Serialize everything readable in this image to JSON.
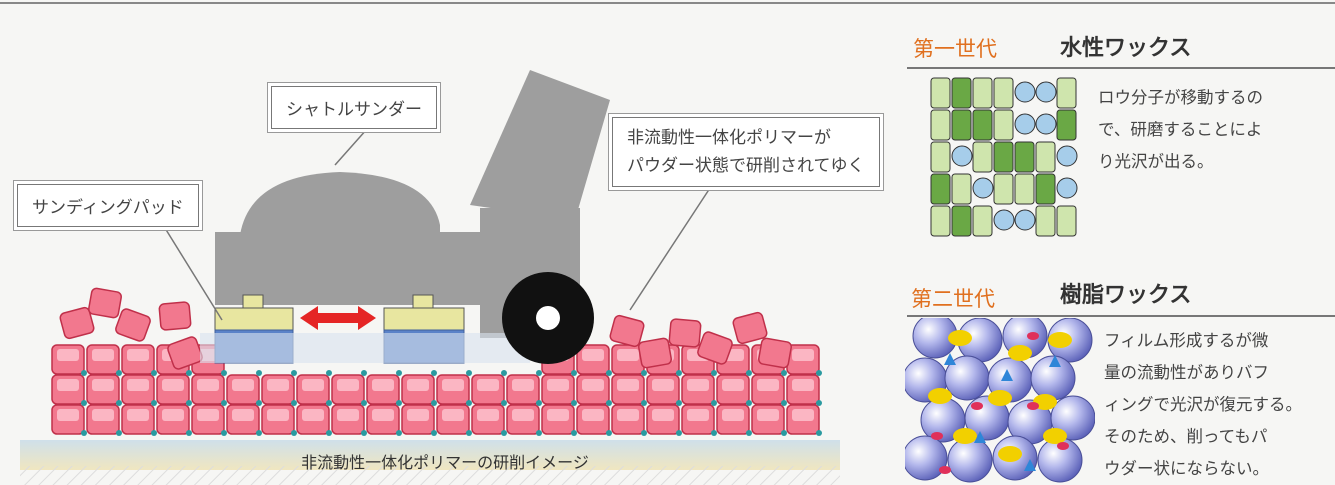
{
  "callouts": {
    "sander": "シャトルサンダー",
    "pad": "サンディングパッド",
    "polymer_line1": "非流動性一体化ポリマーが",
    "polymer_line2": "パウダー状態で研削されてゆく"
  },
  "floor_label": "非流動性一体化ポリマーの研削イメージ",
  "generations": [
    {
      "gen": "第一世代",
      "title": "水性ワックス",
      "description": "ロウ分子が移動するの\nで、研磨することによ\nり光沢が出る。"
    },
    {
      "gen": "第二世代",
      "title": "樹脂ワックス",
      "description": "フィルム形成するが微\n量の流動性がありバフ\nィングで光沢が復元する。\nそのため、削ってもパ\nウダー状にならない。"
    }
  ],
  "colors": {
    "gen_label": "#e0701f",
    "sander_body": "#9e9e9e",
    "pad_top": "#e8e6a0",
    "pad_bottom": "#5a82c8",
    "block_fill": "#f2788e",
    "block_stroke": "#c0304a",
    "arrow": "#e52525",
    "wax_light_green": "#cfe5ad",
    "wax_dark_green": "#6aa845",
    "wax_blue": "#a6cdea",
    "resin_sphere": "#8a90d8",
    "resin_yellow": "#f2d000",
    "resin_red": "#e0305a",
    "resin_arrow": "#2f86d8"
  }
}
